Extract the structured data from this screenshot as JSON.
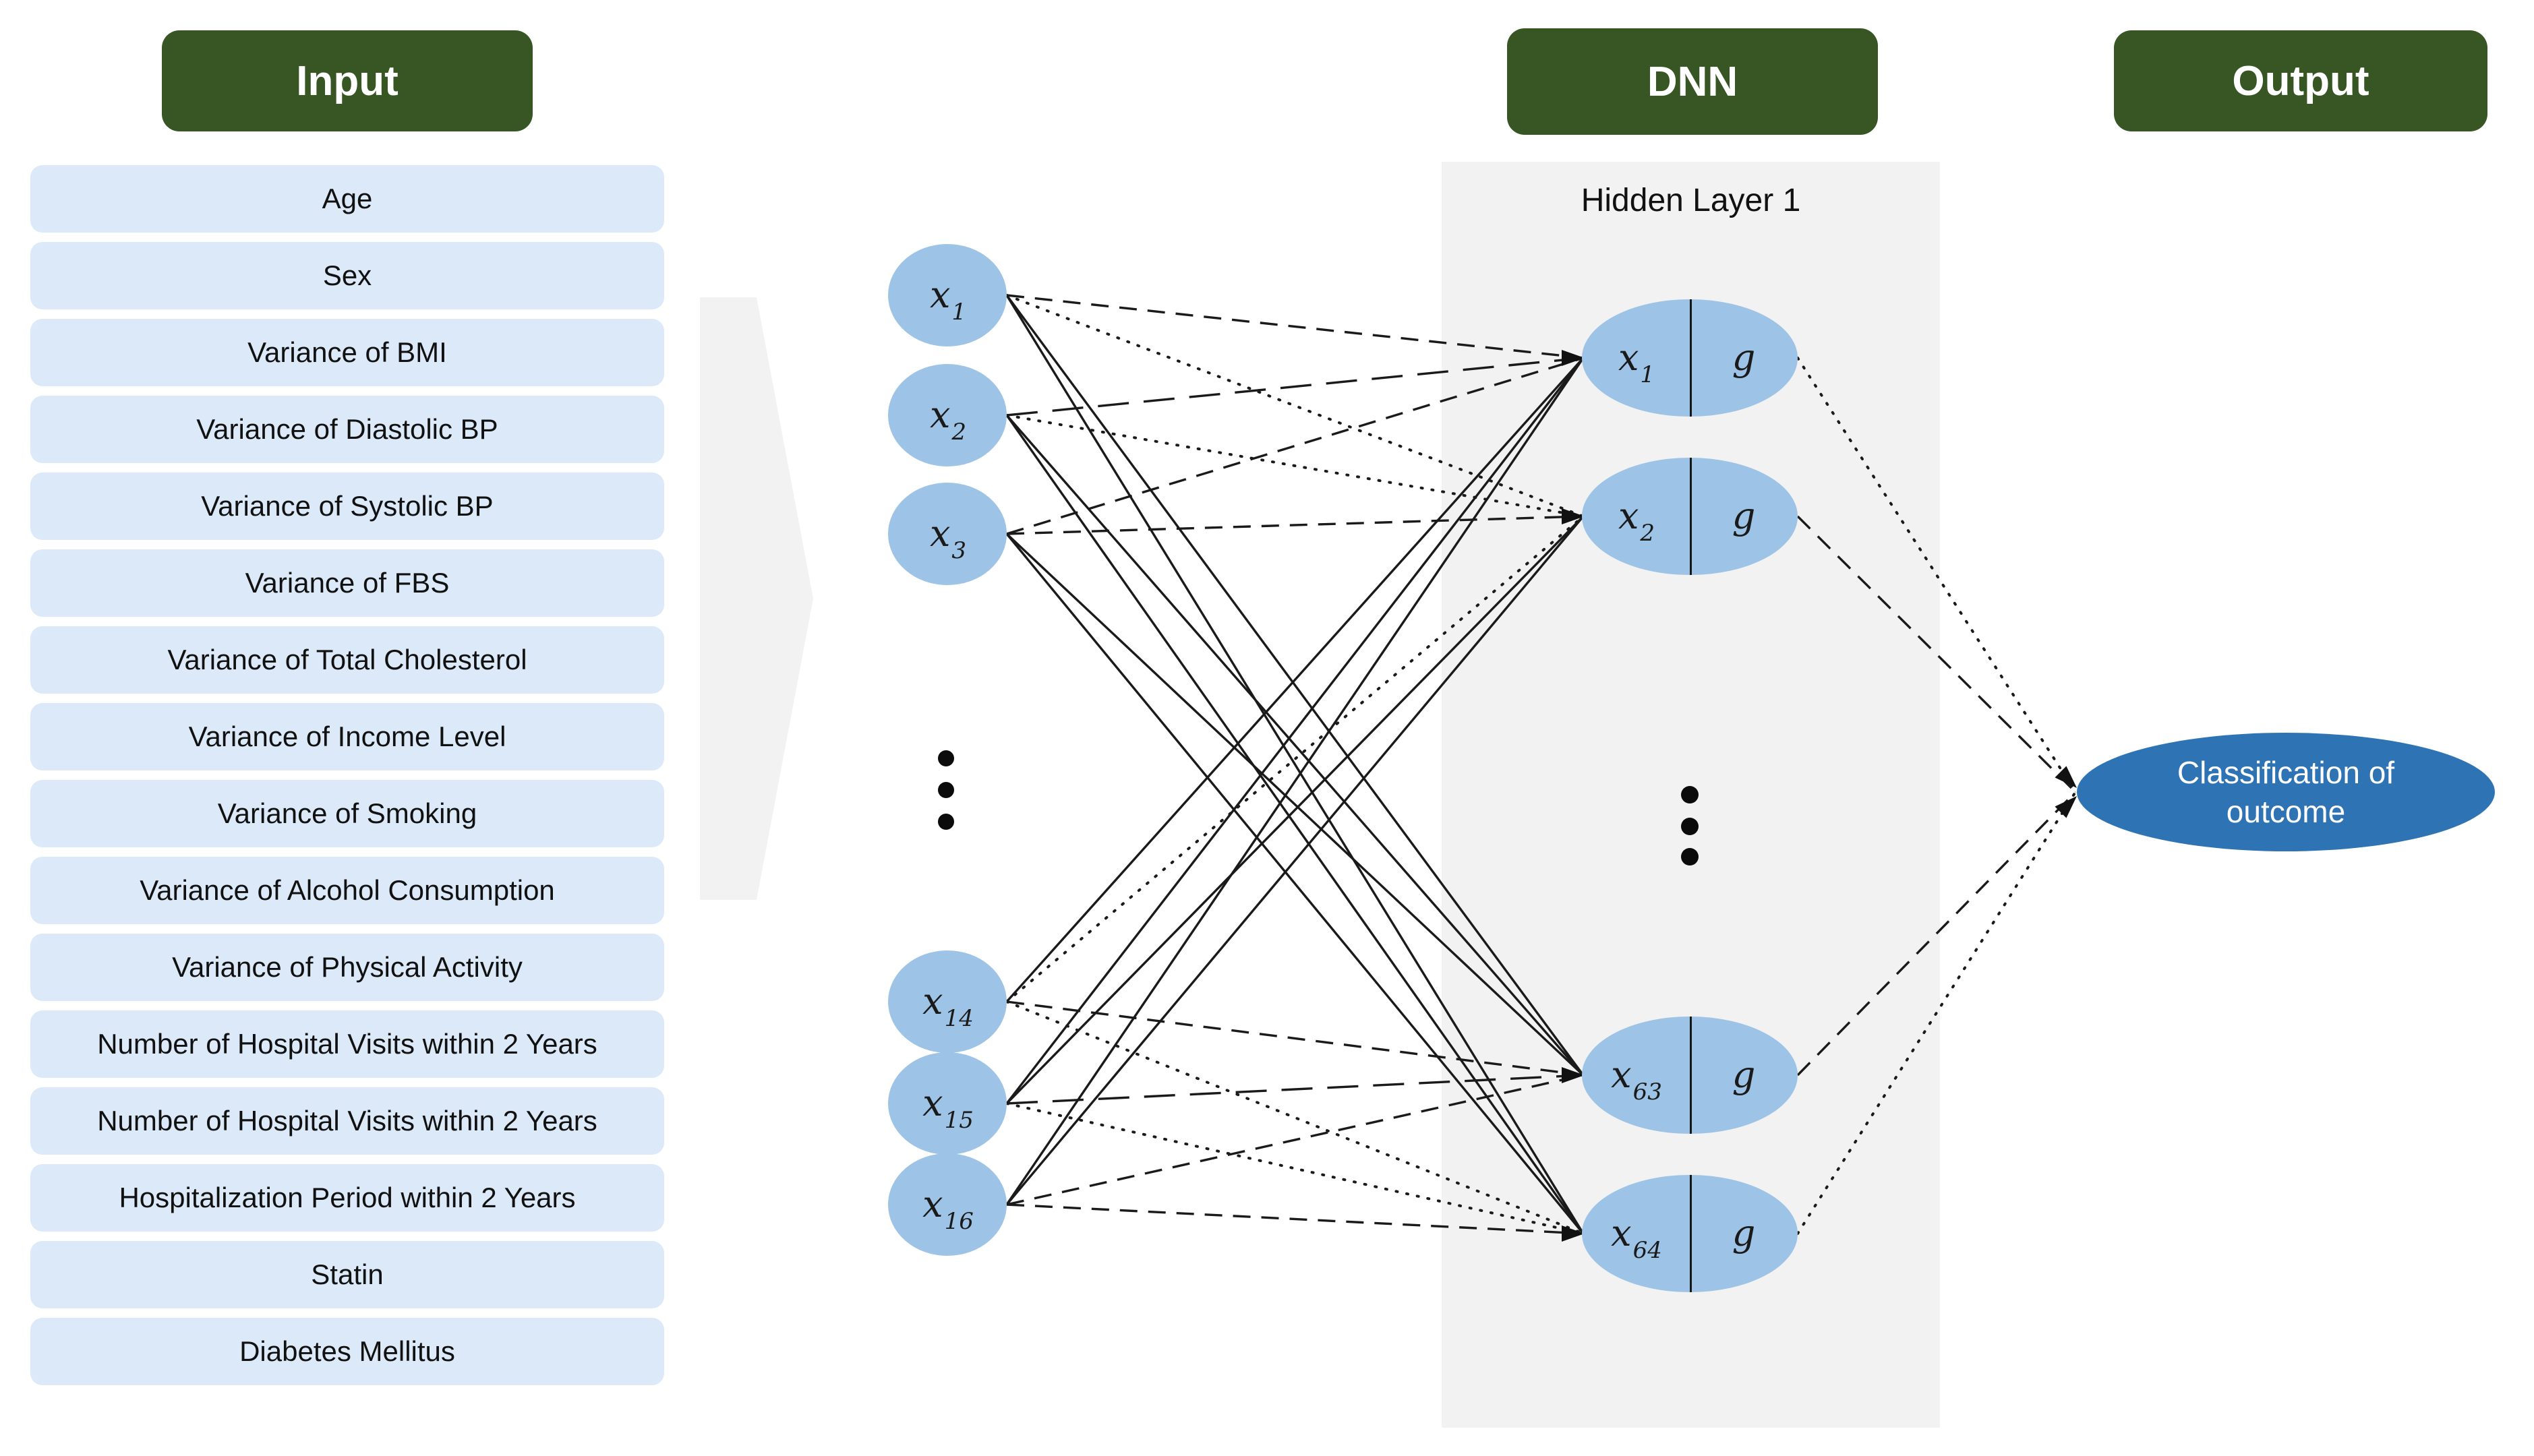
{
  "headers": {
    "input": "Input",
    "dnn": "DNN",
    "output": "Output"
  },
  "input": {
    "features": [
      "Age",
      "Sex",
      "Variance of BMI",
      "Variance of Diastolic BP",
      "Variance of Systolic BP",
      "Variance of FBS",
      "Variance of Total Cholesterol",
      "Variance of Income Level",
      "Variance of Smoking",
      "Variance of Alcohol Consumption",
      "Variance of Physical Activity",
      "Number of Hospital Visits within 2 Years",
      "Number of Hospital Visits within 2 Years",
      "Hospitalization Period within 2 Years",
      "Statin",
      "Diabetes Mellitus"
    ]
  },
  "network": {
    "input_nodes": [
      {
        "base": "x",
        "sub": "1"
      },
      {
        "base": "x",
        "sub": "2"
      },
      {
        "base": "x",
        "sub": "3"
      },
      {
        "base": "x",
        "sub": "14"
      },
      {
        "base": "x",
        "sub": "15"
      },
      {
        "base": "x",
        "sub": "16"
      }
    ],
    "hidden_layer": {
      "title": "Hidden Layer 1",
      "nodes": [
        {
          "base": "x",
          "sub": "1",
          "activation": "g"
        },
        {
          "base": "x",
          "sub": "2",
          "activation": "g"
        },
        {
          "base": "x",
          "sub": "63",
          "activation": "g"
        },
        {
          "base": "x",
          "sub": "64",
          "activation": "g"
        }
      ]
    },
    "output_node": {
      "lines": [
        "Classification of",
        "outcome"
      ]
    },
    "connections": {
      "input_to_hidden": [
        {
          "from": "x1",
          "to": "h1",
          "style": "dashed"
        },
        {
          "from": "x1",
          "to": "h2",
          "style": "dotted"
        },
        {
          "from": "x1",
          "to": "h63",
          "style": "solid"
        },
        {
          "from": "x1",
          "to": "h64",
          "style": "solid"
        },
        {
          "from": "x2",
          "to": "h1",
          "style": "longdash"
        },
        {
          "from": "x2",
          "to": "h2",
          "style": "dotted"
        },
        {
          "from": "x2",
          "to": "h63",
          "style": "solid"
        },
        {
          "from": "x2",
          "to": "h64",
          "style": "solid"
        },
        {
          "from": "x3",
          "to": "h1",
          "style": "dashed"
        },
        {
          "from": "x3",
          "to": "h2",
          "style": "dashed"
        },
        {
          "from": "x3",
          "to": "h63",
          "style": "solid"
        },
        {
          "from": "x3",
          "to": "h64",
          "style": "solid"
        },
        {
          "from": "x14",
          "to": "h1",
          "style": "solid"
        },
        {
          "from": "x14",
          "to": "h2",
          "style": "dotted"
        },
        {
          "from": "x14",
          "to": "h63",
          "style": "dashed"
        },
        {
          "from": "x14",
          "to": "h64",
          "style": "dotted"
        },
        {
          "from": "x15",
          "to": "h1",
          "style": "solid"
        },
        {
          "from": "x15",
          "to": "h2",
          "style": "solid"
        },
        {
          "from": "x15",
          "to": "h63",
          "style": "longdash"
        },
        {
          "from": "x15",
          "to": "h64",
          "style": "dotted"
        },
        {
          "from": "x16",
          "to": "h1",
          "style": "solid"
        },
        {
          "from": "x16",
          "to": "h2",
          "style": "solid"
        },
        {
          "from": "x16",
          "to": "h63",
          "style": "dashed"
        },
        {
          "from": "x16",
          "to": "h64",
          "style": "dashed"
        }
      ],
      "hidden_to_output": [
        {
          "from": "h1",
          "to": "output",
          "style": "dotted"
        },
        {
          "from": "h2",
          "to": "output",
          "style": "dashed"
        },
        {
          "from": "h63",
          "to": "output",
          "style": "dashed"
        },
        {
          "from": "h64",
          "to": "output",
          "style": "dotted"
        }
      ]
    }
  },
  "colors": {
    "header_bg": "#375623",
    "header_text": "#ffffff",
    "feature_row_bg": "#dbe9f8",
    "node_fill": "#9dc3e6",
    "hidden_panel_bg": "#f2f2f2",
    "flow_arrow_bg": "#f2f2f2",
    "output_fill": "#2e74b5",
    "output_text": "#ffffff",
    "edge_color": "#1a1a1a"
  }
}
